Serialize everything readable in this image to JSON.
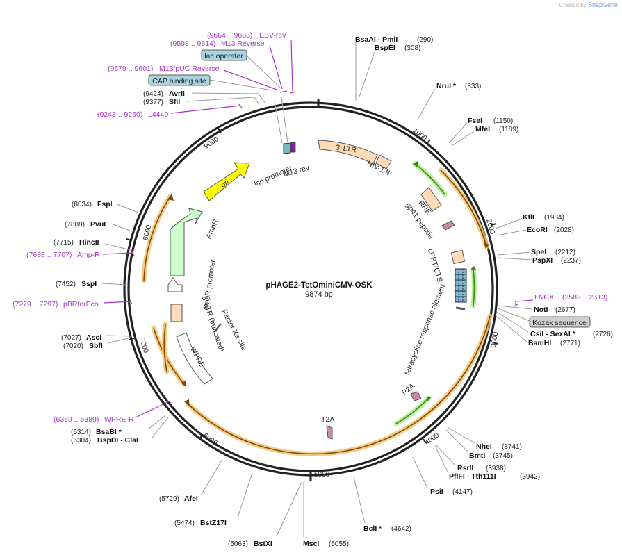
{
  "watermark": {
    "created_by": "Created by",
    "brand": "SnapGene"
  },
  "plasmid": {
    "name": "pHAGE2-TetOminiCMV-OSK",
    "length_label": "9874 bp",
    "length": 9874
  },
  "colors": {
    "backbone": "#222222",
    "primer": "#a633cc",
    "orf": "#f5c26b",
    "ori": "#ffff00",
    "ampr": "#ccffcc",
    "ltr": "#ffdbb8",
    "boxed_label": "#aad4e0",
    "gray_label": "#cfcfcf"
  },
  "ticks": [
    "1000",
    "2000",
    "3000",
    "4000",
    "5000",
    "6000",
    "7000",
    "8000",
    "9000"
  ],
  "enzymes": [
    {
      "name": "BsaAI",
      "extra": " - PmlI",
      "pos": "(290)"
    },
    {
      "name": "BspEI",
      "pos": "(308)"
    },
    {
      "name": "NruI *",
      "pos": "(833)"
    },
    {
      "name": "FseI",
      "pos": "(1150)"
    },
    {
      "name": "MfeI",
      "pos": "(1189)"
    },
    {
      "name": "KflI",
      "pos": "(1934)"
    },
    {
      "name": "EcoRI",
      "pos": "(2028)"
    },
    {
      "name": "SpeI",
      "pos": "(2212)"
    },
    {
      "name": "PspXI",
      "pos": "(2237)"
    },
    {
      "name": "NotI",
      "pos": "(2677)"
    },
    {
      "name": "CsiI",
      "extra": " - SexAI *",
      "pos": "(2726)"
    },
    {
      "name": "BamHI",
      "pos": "(2771)"
    },
    {
      "name": "NheI",
      "pos": "(3741)"
    },
    {
      "name": "BmtI",
      "pos": "(3745)"
    },
    {
      "name": "RsrII",
      "pos": "(3938)"
    },
    {
      "name": "PflFI",
      "extra": " - Tth111I",
      "pos": "(3942)"
    },
    {
      "name": "PsiI",
      "pos": "(4147)"
    },
    {
      "name": "BclI *",
      "pos": "(4642)"
    },
    {
      "name": "MscI",
      "pos": "(5055)"
    },
    {
      "name": "BstXI",
      "pos": "(5063)"
    },
    {
      "name": "BstZ17I",
      "pos": "(5474)"
    },
    {
      "name": "AfeI",
      "pos": "(5729)"
    },
    {
      "name": "BspDI",
      "extra": " - ClaI",
      "pos": "(6304)"
    },
    {
      "name": "BsaBI *",
      "pos": "(6314)"
    },
    {
      "name": "SbfI",
      "pos": "(7020)"
    },
    {
      "name": "AscI",
      "pos": "(7027)"
    },
    {
      "name": "SspI",
      "pos": "(7452)"
    },
    {
      "name": "HincII",
      "pos": "(7715)"
    },
    {
      "name": "PvuI",
      "pos": "(7888)"
    },
    {
      "name": "FspI",
      "pos": "(8034)"
    },
    {
      "name": "SfiI",
      "pos": "(9377)"
    },
    {
      "name": "AvrII",
      "pos": "(9424)"
    }
  ],
  "primers": [
    {
      "name": "EBV-rev",
      "range": "(9664 .. 9683)"
    },
    {
      "name": "M13 Reverse",
      "range": "(9598 .. 9614)"
    },
    {
      "name": "M13/pUC Reverse",
      "range": "(9579 .. 9601)"
    },
    {
      "name": "L4440",
      "range": "(9243 .. 9260)"
    },
    {
      "name": "LNCX",
      "range": "(2589 .. 2613)"
    },
    {
      "name": "Amp-R",
      "range": "(7688 .. 7707)"
    },
    {
      "name": "pBRforEco",
      "range": "(7279 .. 7297)"
    },
    {
      "name": "WPRE-R",
      "range": "(6369 .. 6389)"
    }
  ],
  "boxed_labels": [
    {
      "name": "lac operator"
    },
    {
      "name": "CAP binding site"
    },
    {
      "name": "Kozak sequence"
    }
  ],
  "features": [
    {
      "name": "3' LTR"
    },
    {
      "name": "HIV-1 Ψ"
    },
    {
      "name": "RRE"
    },
    {
      "name": "gp41 peptide"
    },
    {
      "name": "cPPT/CTS"
    },
    {
      "name": "tetracycline response element"
    },
    {
      "name": "P2A"
    },
    {
      "name": "T2A"
    },
    {
      "name": "ori"
    },
    {
      "name": "lac promoter"
    },
    {
      "name": "M13 rev"
    },
    {
      "name": "AmpR"
    },
    {
      "name": "AmpR promoter"
    },
    {
      "name": "5' LTR (truncated)"
    },
    {
      "name": "WPRE"
    },
    {
      "name": "Factor Xa site"
    }
  ]
}
